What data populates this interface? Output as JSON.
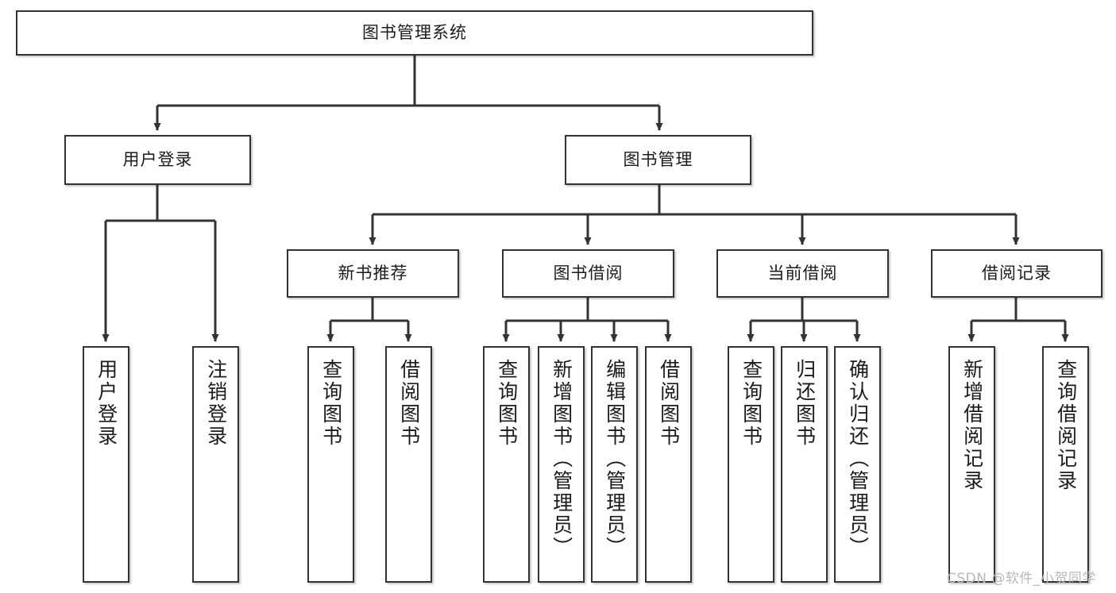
{
  "diagram": {
    "title": "图书管理系统",
    "type": "tree",
    "watermark": "CSDN @软件_小贺同学",
    "colors": {
      "box_border": "#333333",
      "box_fill": "#ffffff",
      "connector": "#333333",
      "text": "#1b1b1b",
      "watermark": "#b9b9b9"
    },
    "nodes": {
      "root": {
        "label": "图书管理系统",
        "level": 1,
        "orientation": "horizontal"
      },
      "n_user_login": {
        "label": "用户登录",
        "level": 2,
        "orientation": "horizontal"
      },
      "n_book_manage": {
        "label": "图书管理",
        "level": 2,
        "orientation": "horizontal"
      },
      "n_new_book_rec": {
        "label": "新书推荐",
        "level": 3,
        "orientation": "horizontal"
      },
      "n_book_borrow": {
        "label": "图书借阅",
        "level": 3,
        "orientation": "horizontal"
      },
      "n_current_borrow": {
        "label": "当前借阅",
        "level": 3,
        "orientation": "horizontal"
      },
      "n_borrow_record": {
        "label": "借阅记录",
        "level": 3,
        "orientation": "horizontal"
      },
      "leaf_user_login": {
        "label": "用户登录",
        "level": 4,
        "orientation": "vertical"
      },
      "leaf_logout": {
        "label": "注销登录",
        "level": 4,
        "orientation": "vertical"
      },
      "leaf_query_book_1": {
        "label": "查询图书",
        "level": 4,
        "orientation": "vertical"
      },
      "leaf_borrow_book_1": {
        "label": "借阅图书",
        "level": 4,
        "orientation": "vertical"
      },
      "leaf_query_book_2": {
        "label": "查询图书",
        "level": 4,
        "orientation": "vertical"
      },
      "leaf_add_book": {
        "label": "新增图书（管理员）",
        "level": 4,
        "orientation": "vertical"
      },
      "leaf_edit_book": {
        "label": "编辑图书（管理员）",
        "level": 4,
        "orientation": "vertical"
      },
      "leaf_borrow_book_2": {
        "label": "借阅图书",
        "level": 4,
        "orientation": "vertical"
      },
      "leaf_query_book_3": {
        "label": "查询图书",
        "level": 4,
        "orientation": "vertical"
      },
      "leaf_return_book": {
        "label": "归还图书",
        "level": 4,
        "orientation": "vertical"
      },
      "leaf_confirm_return": {
        "label": "确认归还（管理员）",
        "level": 4,
        "orientation": "vertical"
      },
      "leaf_add_record": {
        "label": "新增借阅记录",
        "level": 4,
        "orientation": "vertical"
      },
      "leaf_query_record": {
        "label": "查询借阅记录",
        "level": 4,
        "orientation": "vertical"
      }
    },
    "edges": [
      {
        "from": "root",
        "to": "n_user_login"
      },
      {
        "from": "root",
        "to": "n_book_manage"
      },
      {
        "from": "n_user_login",
        "to": "leaf_user_login"
      },
      {
        "from": "n_user_login",
        "to": "leaf_logout"
      },
      {
        "from": "n_book_manage",
        "to": "n_new_book_rec"
      },
      {
        "from": "n_book_manage",
        "to": "n_book_borrow"
      },
      {
        "from": "n_book_manage",
        "to": "n_current_borrow"
      },
      {
        "from": "n_book_manage",
        "to": "n_borrow_record"
      },
      {
        "from": "n_new_book_rec",
        "to": "leaf_query_book_1"
      },
      {
        "from": "n_new_book_rec",
        "to": "leaf_borrow_book_1"
      },
      {
        "from": "n_book_borrow",
        "to": "leaf_query_book_2"
      },
      {
        "from": "n_book_borrow",
        "to": "leaf_add_book"
      },
      {
        "from": "n_book_borrow",
        "to": "leaf_edit_book"
      },
      {
        "from": "n_book_borrow",
        "to": "leaf_borrow_book_2"
      },
      {
        "from": "n_current_borrow",
        "to": "leaf_query_book_3"
      },
      {
        "from": "n_current_borrow",
        "to": "leaf_return_book"
      },
      {
        "from": "n_current_borrow",
        "to": "leaf_confirm_return"
      },
      {
        "from": "n_borrow_record",
        "to": "leaf_add_record"
      },
      {
        "from": "n_borrow_record",
        "to": "leaf_query_record"
      }
    ]
  }
}
